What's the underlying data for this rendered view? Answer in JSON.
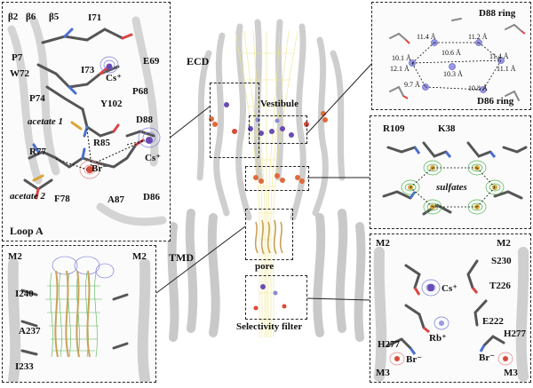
{
  "center": {
    "ecd_label": "ECD",
    "tmd_label": "TMD",
    "vestibule_label": "Vestibule",
    "pore_label": "pore",
    "selectivity_label": "Selectivity filter"
  },
  "loopA": {
    "title": "Loop A",
    "strands": [
      "β2",
      "β6",
      "β5"
    ],
    "residues": [
      "I71",
      "P7",
      "W72",
      "E69",
      "I73",
      "P68",
      "P74",
      "Y102",
      "D88",
      "R77",
      "R85",
      "F78",
      "A87",
      "D86"
    ],
    "ion_cs_top": "Cs⁺",
    "ion_cs_bottom": "Cs⁺",
    "ion_br": "Br⁻",
    "acetate1": "acetate 1",
    "acetate2": "acetate 2"
  },
  "rings": {
    "top_label": "D88 ring",
    "bottom_label": "D86 ring",
    "distances": [
      "11.4 Å",
      "11.2 Å",
      "10.6 Å",
      "10.1 Å",
      "12.1 Å",
      "11.4 Å",
      "11.1 Å",
      "10.3 Å",
      "9.7 Å",
      "10.8 Å"
    ]
  },
  "sulfate": {
    "res1": "R109",
    "res2": "K38",
    "label": "sulfates"
  },
  "poreBox": {
    "m2_left": "M2",
    "m2_right": "M2",
    "residues": [
      "I240",
      "A237",
      "I233"
    ]
  },
  "filter": {
    "m2_left": "M2",
    "m2_right": "M2",
    "m3_left": "M3",
    "m3_right": "M3",
    "residues": [
      "S230",
      "T226",
      "E222",
      "H277",
      "H277"
    ],
    "ion_cs": "Cs⁺",
    "ion_rb": "Rb⁺",
    "ion_br_left": "Br⁻",
    "ion_br_right": "Br⁻"
  },
  "colors": {
    "mesh_yellow": "#efe58a",
    "mesh_green": "#4fb34f",
    "mesh_blue": "#6a6ad8",
    "ion_purple": "#6a4bb5",
    "ion_red": "#d94a3a",
    "protein_gray": "#c8c8c8"
  }
}
